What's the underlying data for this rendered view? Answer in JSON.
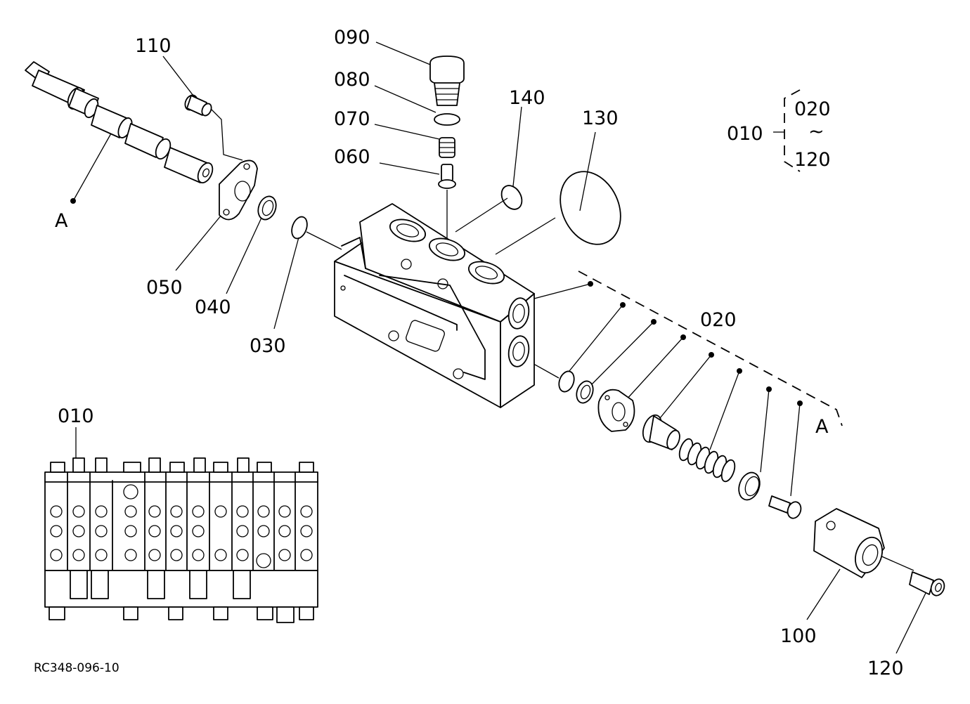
{
  "drawing_code": "RC348-096-10",
  "range_note": {
    "assembly": "010",
    "from": "020",
    "tilde": "~",
    "to": "120"
  },
  "view_marker": "A",
  "parts": [
    {
      "id": "010"
    },
    {
      "id": "020"
    },
    {
      "id": "030"
    },
    {
      "id": "040"
    },
    {
      "id": "050"
    },
    {
      "id": "060"
    },
    {
      "id": "070"
    },
    {
      "id": "080"
    },
    {
      "id": "090"
    },
    {
      "id": "100"
    },
    {
      "id": "110"
    },
    {
      "id": "120"
    },
    {
      "id": "130"
    },
    {
      "id": "140"
    }
  ]
}
